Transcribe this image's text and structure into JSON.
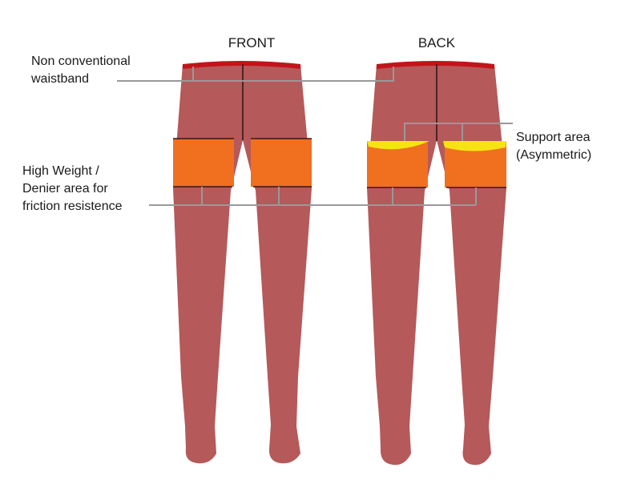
{
  "views": {
    "front_label": "FRONT",
    "back_label": "BACK"
  },
  "callouts": {
    "waistband": {
      "line1": "Non conventional",
      "line2": "waistband"
    },
    "support": {
      "line1": "Support area",
      "line2": "(Asymmetric)"
    },
    "friction": {
      "line1": "High Weight /",
      "line2": "Denier area for",
      "line3": "friction resistence"
    }
  },
  "colors": {
    "leg": "#b5595a",
    "waistband": "#c2141a",
    "friction_zone": "#f07020",
    "support_zone": "#f7e314",
    "seam": "#3a1416",
    "leader_line": "#999999"
  }
}
